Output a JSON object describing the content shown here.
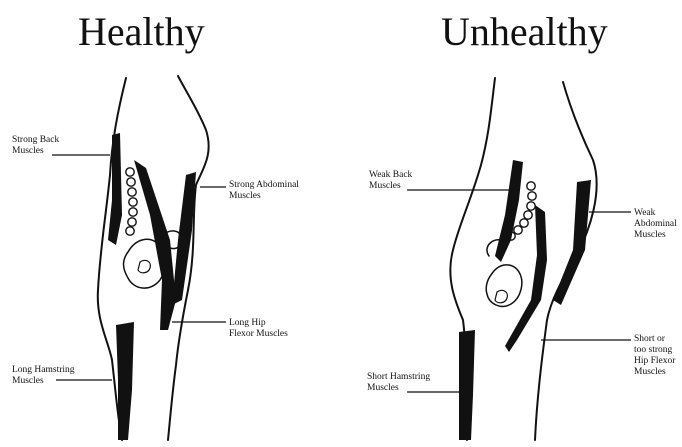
{
  "healthy": {
    "title": "Healthy",
    "labels": {
      "back": "Strong Back\nMuscles",
      "abdominal": "Strong Abdominal\nMuscles",
      "hip_flexor": "Long Hip\nFlexor Muscles",
      "hamstring": "Long Hamstring\nMuscles"
    }
  },
  "unhealthy": {
    "title": "Unhealthy",
    "labels": {
      "back": "Weak Back\nMuscles",
      "abdominal": "Weak\nAbdominal\nMuscles",
      "hip_flexor": "Short or\ntoo strong\nHip Flexor\nMuscles",
      "hamstring": "Short Hamstring\nMuscles"
    }
  }
}
